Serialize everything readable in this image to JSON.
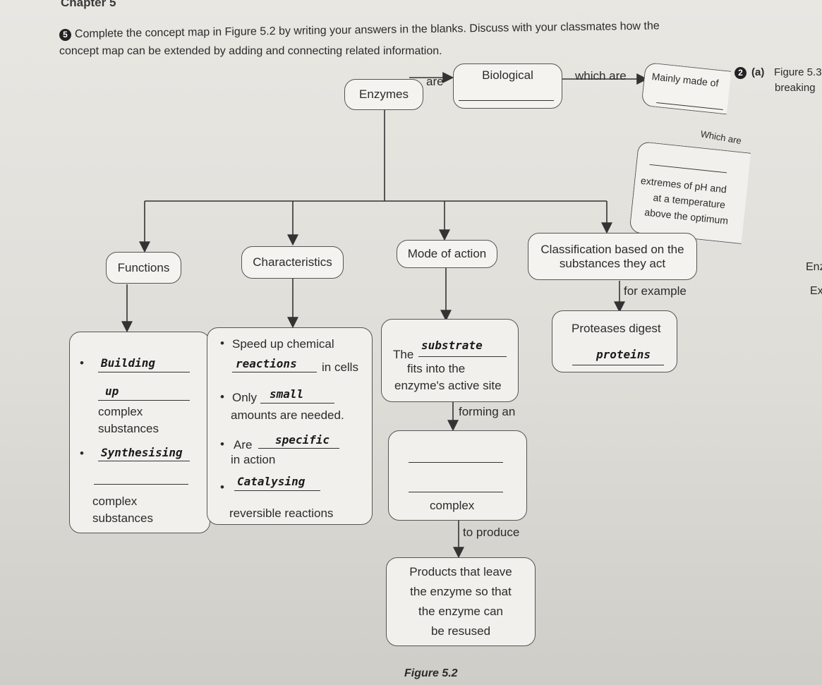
{
  "header": {
    "chapter": "Chapter 5",
    "question_number": "5",
    "instruction_line1": "Complete the concept map in Figure 5.2 by writing your answers in the blanks. Discuss with your classmates how the",
    "instruction_line2": "concept map can be extended by adding and connecting related information."
  },
  "side_right": {
    "number": "2",
    "part": "(a)",
    "ref": "Figure 5.3",
    "word": "breaking",
    "cut1": "Enz",
    "cut2": "Ex"
  },
  "map": {
    "enzymes": "Enzymes",
    "are": "are",
    "biological": "Biological",
    "which_are": "which are",
    "mainly_made": "Mainly made of",
    "which": "Which are",
    "extremes1": "extremes of pH and",
    "extremes2": "at a temperature",
    "extremes3": "above the optimum",
    "functions": "Functions",
    "characteristics": "Characteristics",
    "mode": "Mode of action",
    "class1": "Classification based on the",
    "class2": "substances they act",
    "for_example": "for example",
    "func": {
      "answer1": "Building",
      "answer2": "up",
      "complex1": "complex",
      "substances1": "substances",
      "answer3": "Synthesising",
      "complex2": "complex",
      "substances2": "substances"
    },
    "char": {
      "speed": "Speed up chemical",
      "answer1": "reactions",
      "in_cells": "in cells",
      "only": "Only",
      "answer2": "small",
      "amounts": "amounts are needed.",
      "are": "Are",
      "answer3": "specific",
      "in_action": "in action",
      "answer4": "Catalysing",
      "reversible": "reversible reactions"
    },
    "mode_box": {
      "the": "The",
      "answer": "substrate",
      "fits": "fits into the",
      "site": "enzyme's active site"
    },
    "forming": "forming an",
    "complex_label": "complex",
    "to_produce": "to produce",
    "products": [
      "Products that leave",
      "the enzyme so that",
      "the enzyme can",
      "be resused"
    ],
    "proteases": "Proteases digest",
    "proteins": "proteins"
  },
  "figure_caption": "Figure 5.2"
}
